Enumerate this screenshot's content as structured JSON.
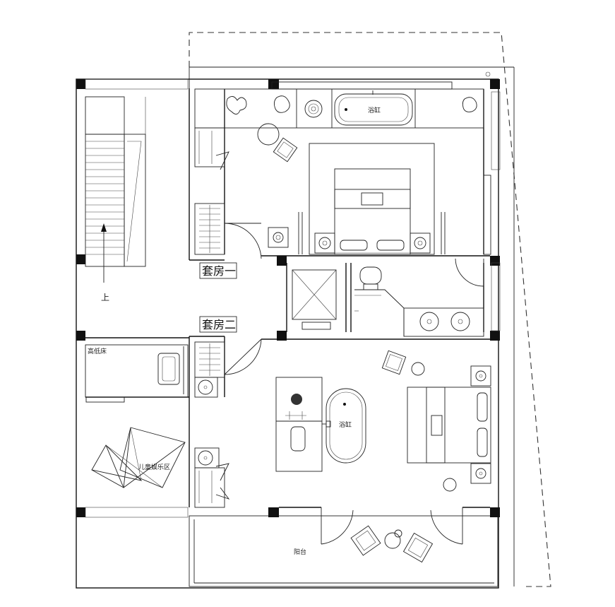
{
  "labels": {
    "suite_one": "套房一",
    "suite_two": "套房二",
    "bathtub_top": "浴缸",
    "bathtub_center": "浴缸",
    "bunk_bed": "高低床",
    "kids_play_area": "儿童娱乐区",
    "balcony": "阳台",
    "stair_up": "上"
  }
}
